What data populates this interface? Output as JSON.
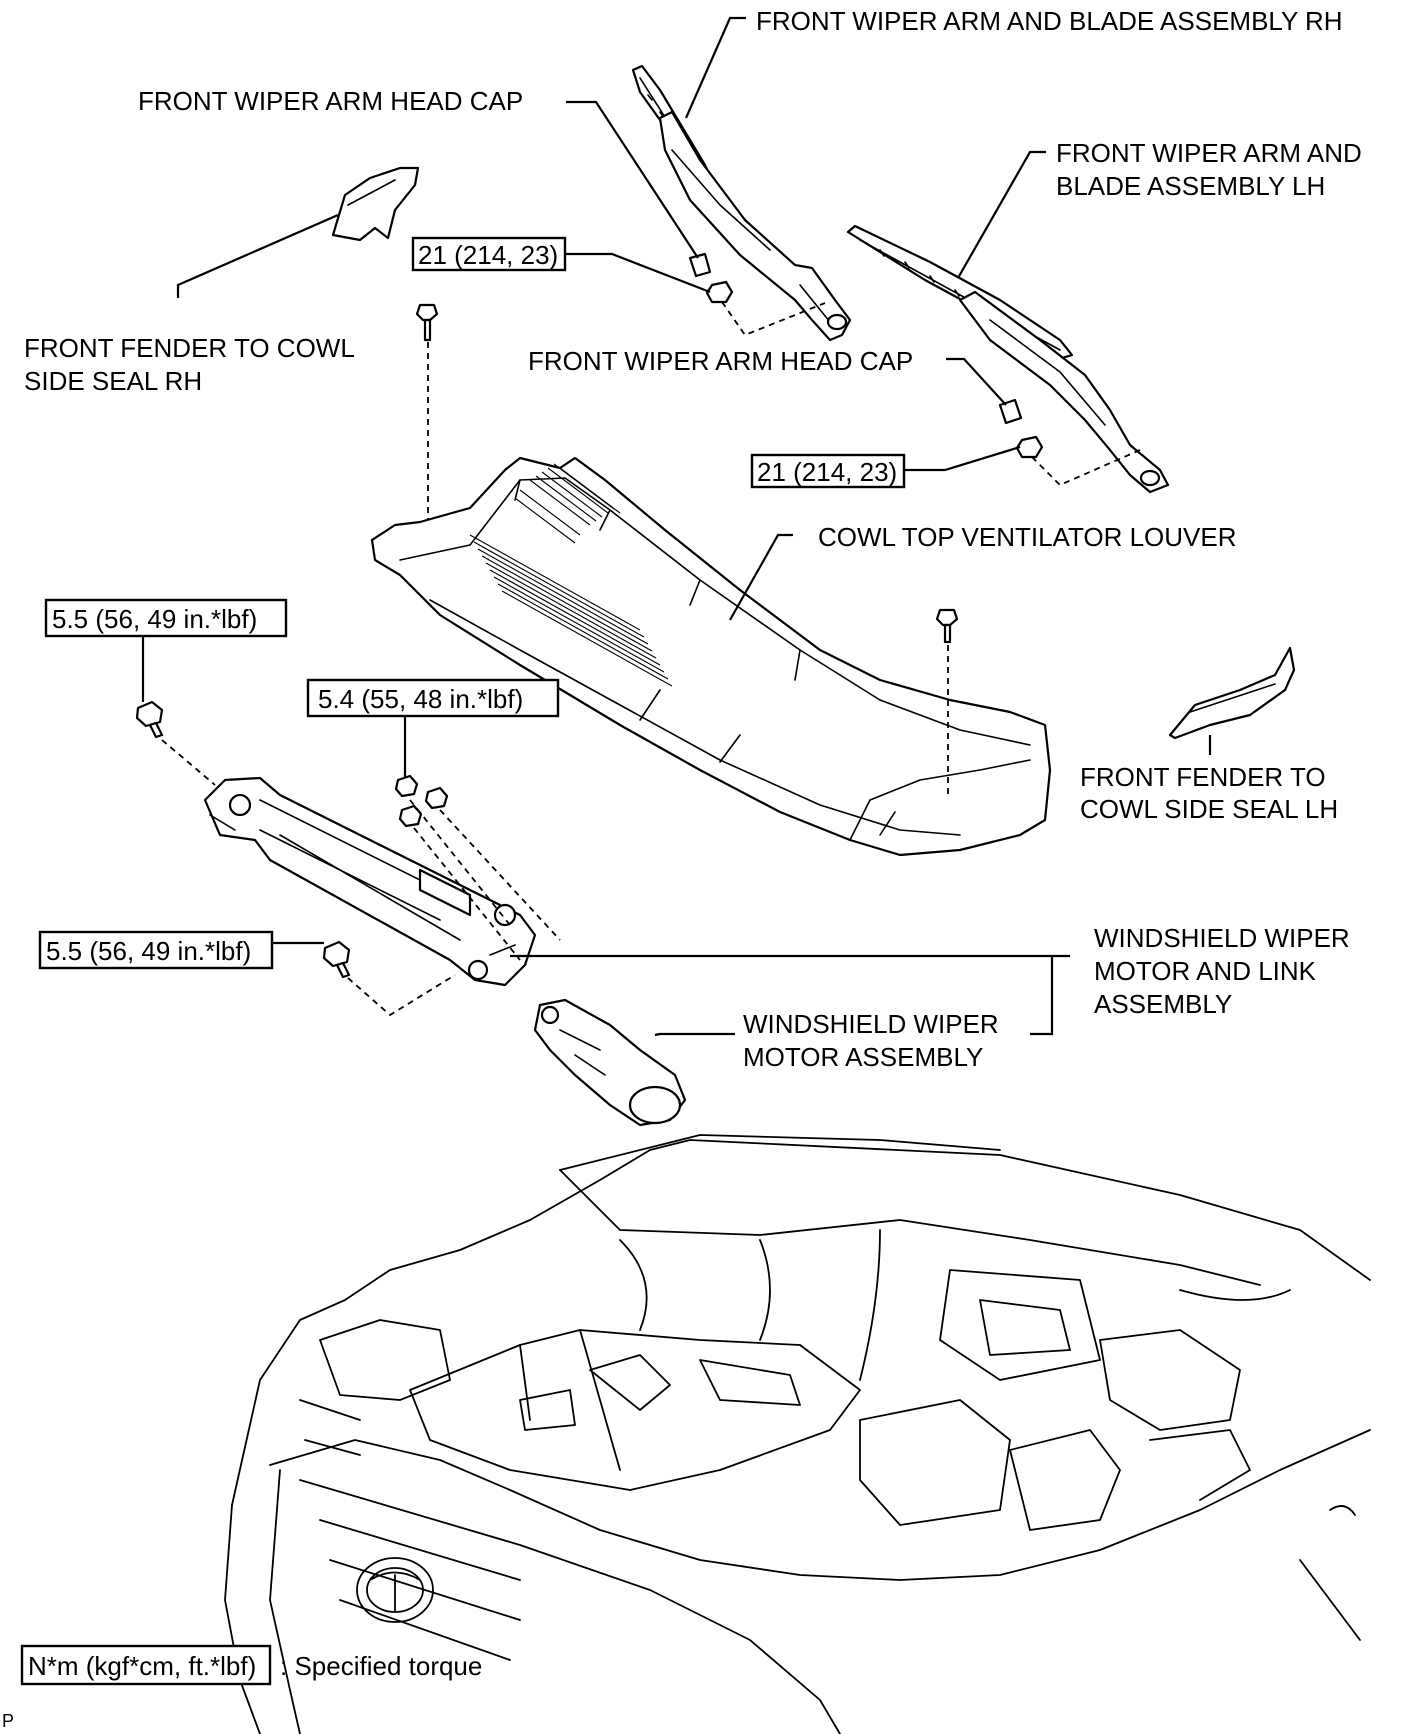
{
  "labels": {
    "wiper_arm_rh": "FRONT WIPER ARM AND BLADE ASSEMBLY RH",
    "head_cap_1": "FRONT WIPER ARM HEAD CAP",
    "wiper_arm_lh_1": "FRONT WIPER ARM AND",
    "wiper_arm_lh_2": "BLADE ASSEMBLY LH",
    "fender_seal_rh_1": "FRONT FENDER TO COWL",
    "fender_seal_rh_2": "SIDE SEAL RH",
    "head_cap_2": "FRONT WIPER ARM HEAD CAP",
    "cowl_louver": "COWL TOP VENTILATOR LOUVER",
    "fender_seal_lh_1": "FRONT FENDER TO",
    "fender_seal_lh_2": "COWL SIDE SEAL LH",
    "motor_link_1": "WINDSHIELD WIPER",
    "motor_link_2": "MOTOR AND LINK",
    "motor_link_3": "ASSEMBLY",
    "motor_1": "WINDSHIELD WIPER",
    "motor_2": "MOTOR ASSEMBLY"
  },
  "torques": {
    "arm_nut_rh": "21 (214, 23)",
    "arm_nut_lh": "21 (214, 23)",
    "link_bolt_upper": "5.5 (56, 49 in.*lbf)",
    "motor_bolts": "5.4 (55, 48 in.*lbf)",
    "link_bolt_lower": "5.5 (56, 49 in.*lbf)"
  },
  "legend": {
    "unit_box": "N*m (kgf*cm, ft.*lbf)",
    "description": ": Specified torque"
  },
  "corner_mark": "P"
}
